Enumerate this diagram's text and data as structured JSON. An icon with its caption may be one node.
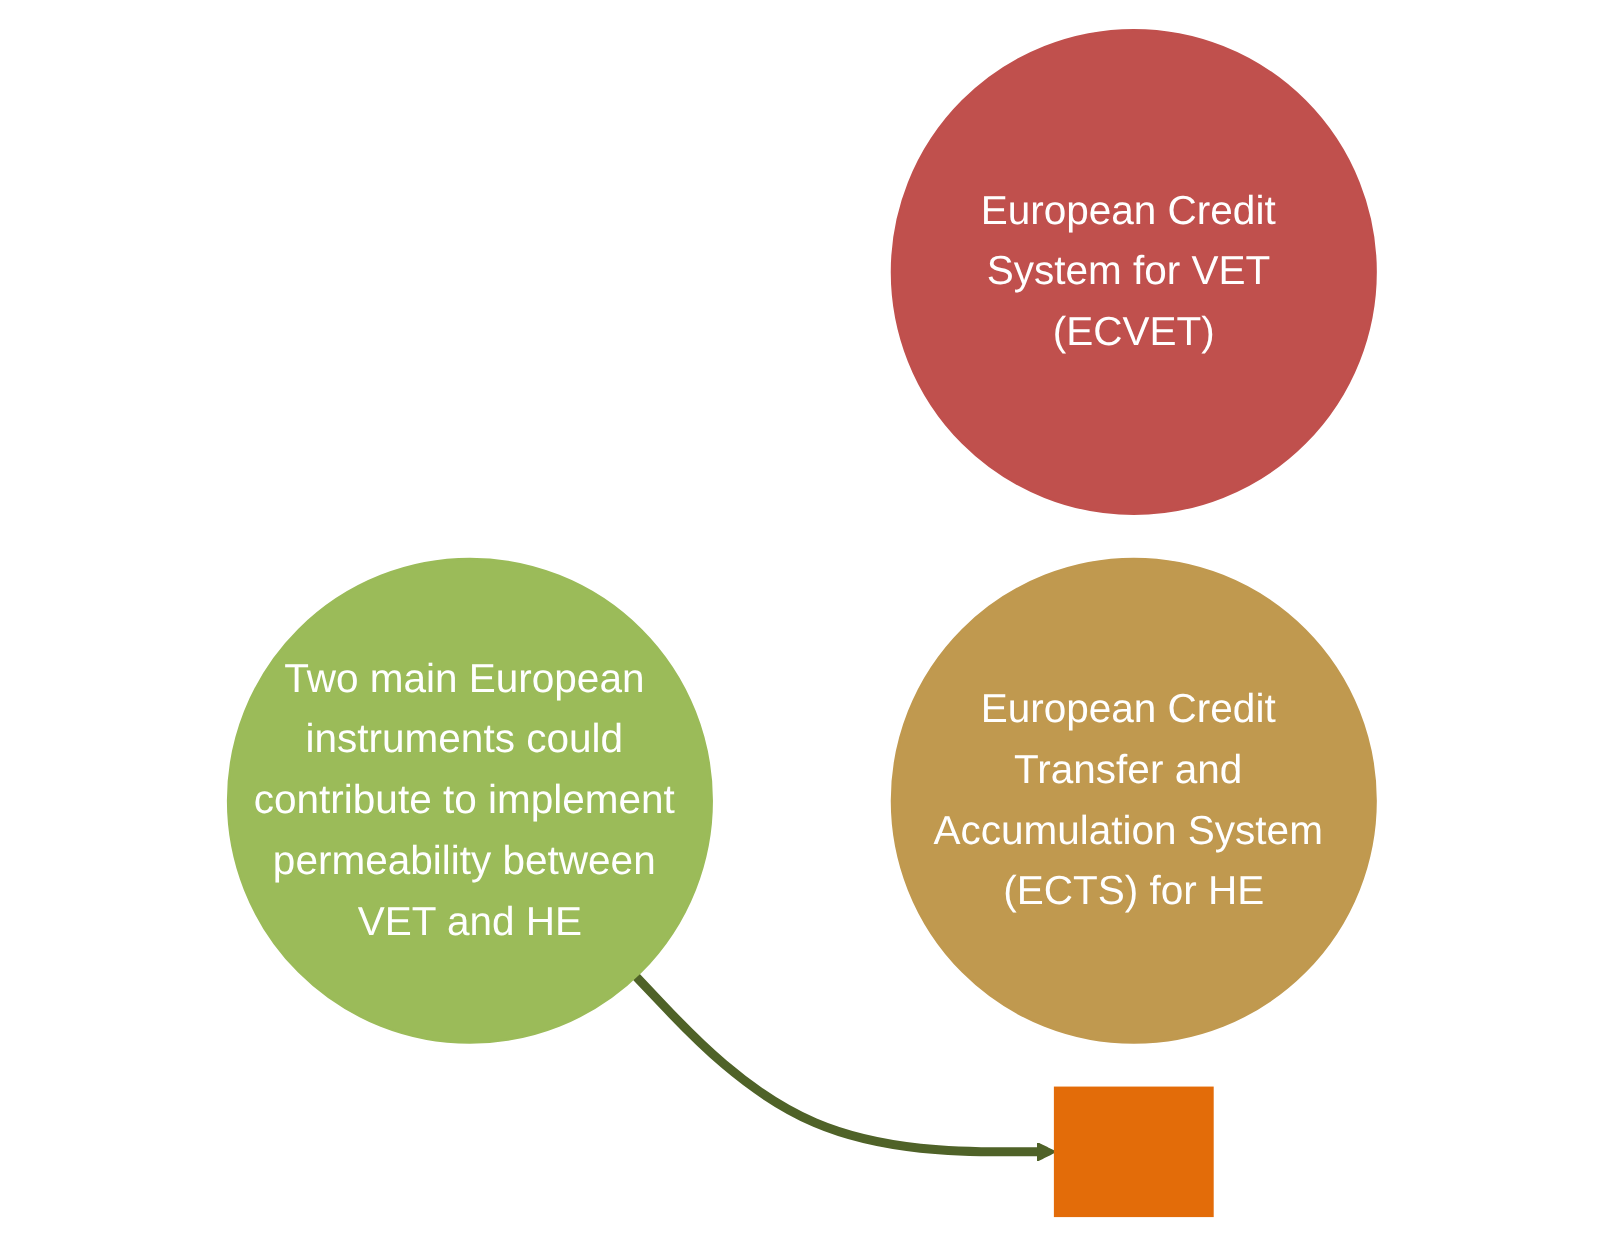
{
  "diagram": {
    "nodes": [
      {
        "text": [
          "Two main European instruments could contribute to implement permeability between VET and HE"
        ]
      },
      {
        "text": [
          "European Credit System for VET (ECVET)"
        ]
      },
      {
        "text": [],
        "shape": "plus"
      },
      {
        "text": [
          "European Credit Transfer and Accumulation System (ECTS) for HE"
        ]
      }
    ],
    "edges": [
      {
        "from": 0,
        "to": 2,
        "arrow": "to"
      }
    ]
  }
}
